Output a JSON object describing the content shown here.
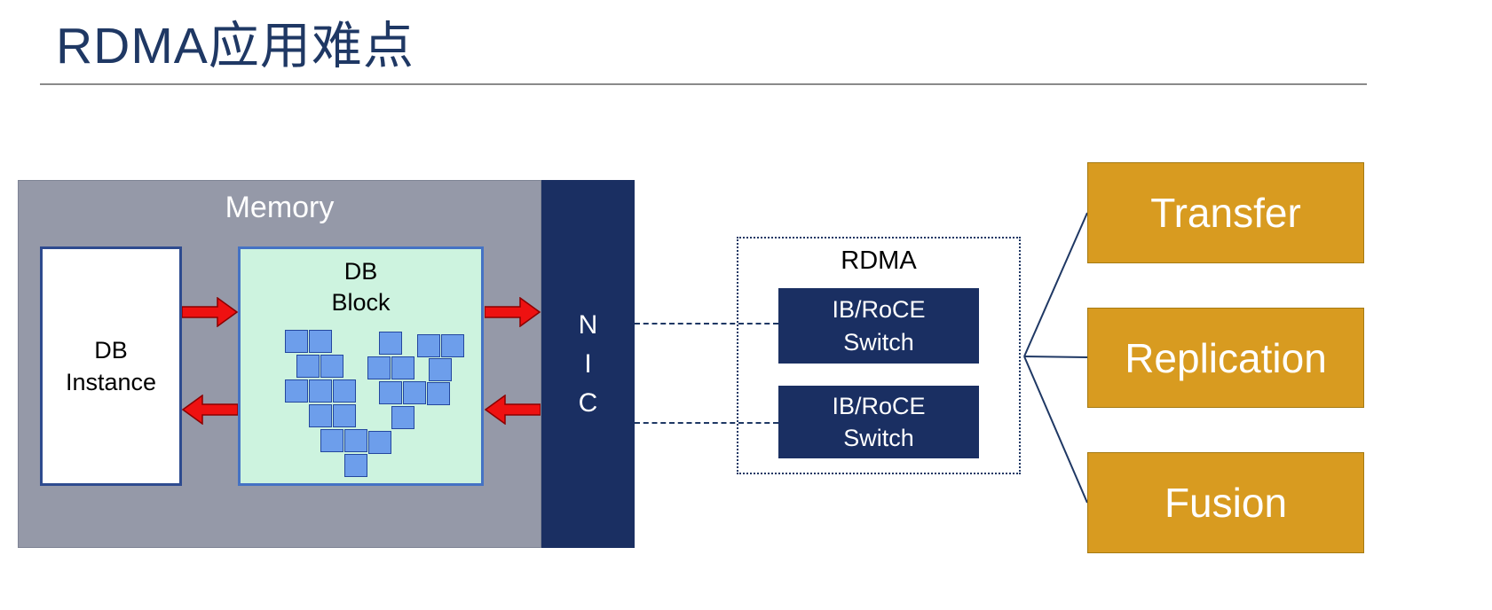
{
  "title": "RDMA应用难点",
  "diagram": {
    "memory_label": "Memory",
    "db_instance_label": "DB\nInstance",
    "db_block_label": "DB\nBlock",
    "nic": {
      "letters": [
        "N",
        "I",
        "C"
      ]
    },
    "rdma": {
      "label": "RDMA",
      "switches": [
        {
          "label": "IB/RoCE\nSwitch"
        },
        {
          "label": "IB/RoCE\nSwitch"
        }
      ]
    },
    "outputs": [
      {
        "label": "Transfer"
      },
      {
        "label": "Replication"
      },
      {
        "label": "Fusion"
      }
    ]
  },
  "colors": {
    "title_navy": "#1F3864",
    "box_navy": "#1A2F62",
    "arrow_red": "#EE1111",
    "gold": "#D89B20",
    "mint_green": "#CDF3DF",
    "memory_gray": "#9599A8",
    "block_blue": "#6D9EEB"
  }
}
